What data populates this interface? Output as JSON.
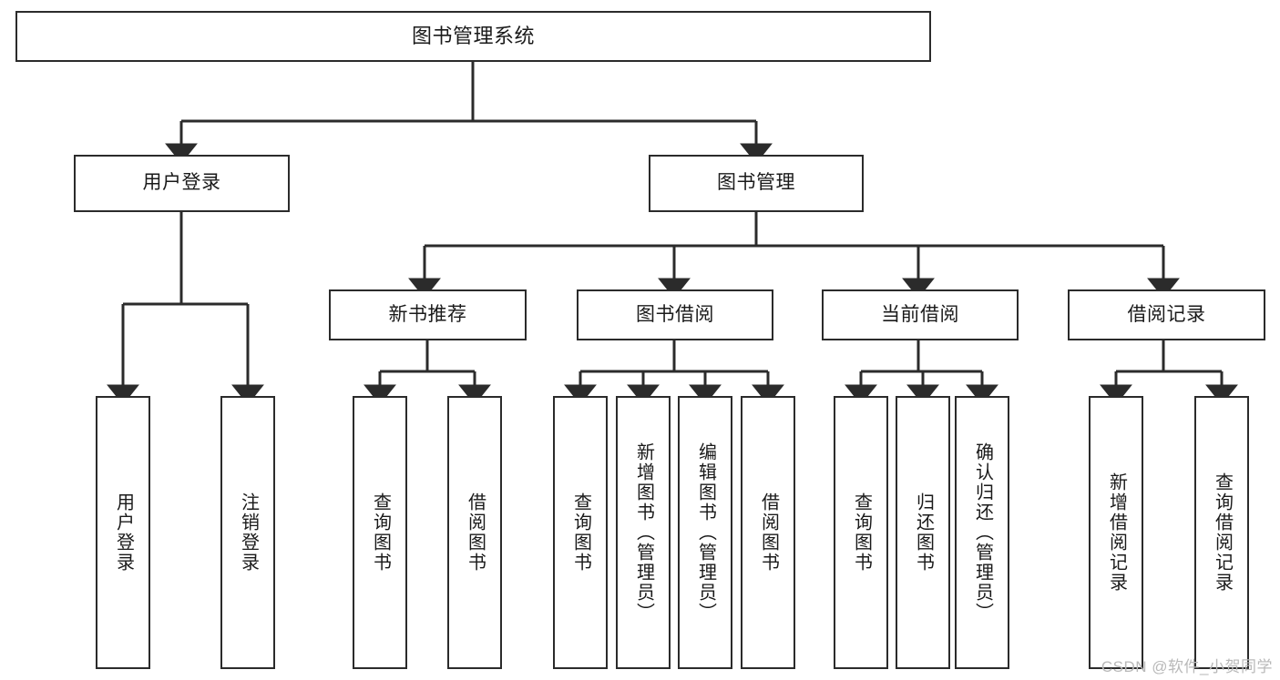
{
  "diagram": {
    "title": "图书管理系统",
    "type": "hierarchy-tree",
    "root": {
      "id": "root",
      "label": "图书管理系统"
    },
    "level2": [
      {
        "id": "user-login",
        "label": "用户登录"
      },
      {
        "id": "book-management",
        "label": "图书管理"
      }
    ],
    "level3": [
      {
        "id": "new-book-recommend",
        "label": "新书推荐",
        "parent": "book-management"
      },
      {
        "id": "book-borrow",
        "label": "图书借阅",
        "parent": "book-management"
      },
      {
        "id": "current-borrow",
        "label": "当前借阅",
        "parent": "book-management"
      },
      {
        "id": "borrow-record",
        "label": "借阅记录",
        "parent": "book-management"
      }
    ],
    "leaves": {
      "user-login": [
        {
          "id": "leaf-user-login",
          "label": "用户登录"
        },
        {
          "id": "leaf-user-logout",
          "label": "注销登录"
        }
      ],
      "new-book-recommend": [
        {
          "id": "leaf-query-book-1",
          "label": "查询图书"
        },
        {
          "id": "leaf-borrow-book-1",
          "label": "借阅图书"
        }
      ],
      "book-borrow": [
        {
          "id": "leaf-query-book-2",
          "label": "查询图书"
        },
        {
          "id": "leaf-add-book",
          "label": "新增图书（管理员）"
        },
        {
          "id": "leaf-edit-book",
          "label": "编辑图书（管理员）"
        },
        {
          "id": "leaf-borrow-book-2",
          "label": "借阅图书"
        }
      ],
      "current-borrow": [
        {
          "id": "leaf-query-book-3",
          "label": "查询图书"
        },
        {
          "id": "leaf-return-book",
          "label": "归还图书"
        },
        {
          "id": "leaf-confirm-return",
          "label": "确认归还（管理员）"
        }
      ],
      "borrow-record": [
        {
          "id": "leaf-add-record",
          "label": "新增借阅记录"
        },
        {
          "id": "leaf-query-record",
          "label": "查询借阅记录"
        }
      ]
    }
  },
  "watermark": {
    "text": "CSDN @软件_小贺同学"
  },
  "colors": {
    "stroke": "#2b2b2b",
    "background": "#ffffff",
    "text": "#1a1a1a",
    "watermark": "#b9b9b9"
  }
}
